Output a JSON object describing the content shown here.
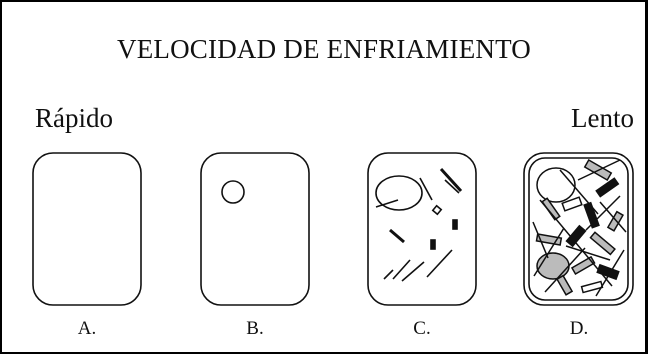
{
  "title": "VELOCIDAD DE ENFRIAMIENTO",
  "scale": {
    "fast_label": "Rápido",
    "slow_label": "Lento"
  },
  "panels": [
    {
      "label": "A.",
      "crystals": "none"
    },
    {
      "label": "B.",
      "crystals": "single small nucleus"
    },
    {
      "label": "C.",
      "crystals": "few scattered crystals"
    },
    {
      "label": "D.",
      "crystals": "many densely packed crystals"
    }
  ],
  "colors": {
    "line": "#111111",
    "crystal_fill": "#bbbbbb",
    "background": "#ffffff"
  }
}
